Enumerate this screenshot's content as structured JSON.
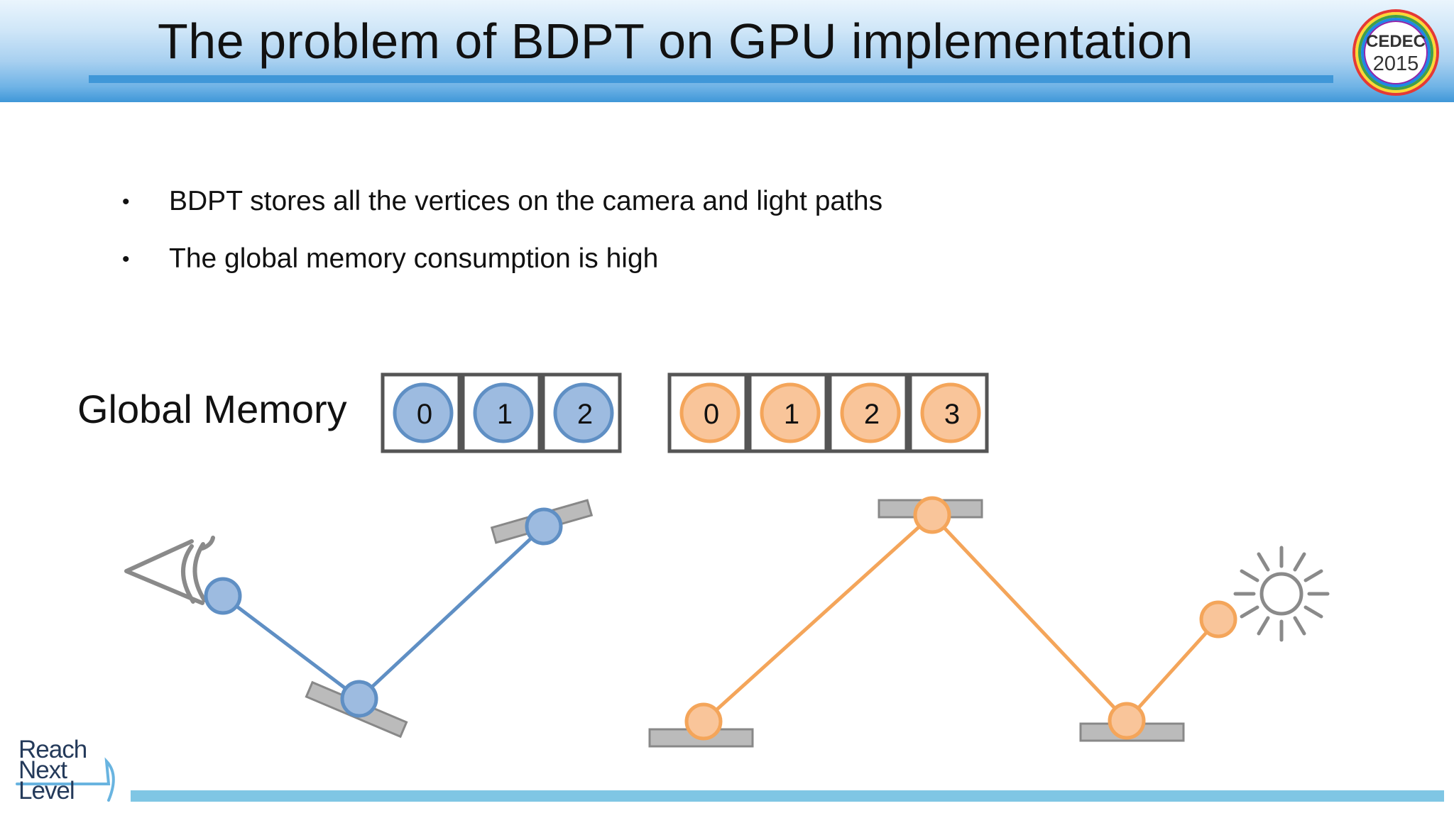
{
  "header": {
    "title": "The problem of BDPT on GPU implementation",
    "logo_top": "CEDEC",
    "logo_year": "2015"
  },
  "bullets": [
    "BDPT stores all the vertices on the camera and light paths",
    "The global memory consumption is high"
  ],
  "memory": {
    "label": "Global Memory",
    "camera_slots": [
      "0",
      "1",
      "2"
    ],
    "light_slots": [
      "0",
      "1",
      "2",
      "3"
    ]
  },
  "footer": {
    "logo_lines": [
      "Reach",
      "Next",
      "Level"
    ]
  },
  "colors": {
    "camera_path": "#5f8fc4",
    "camera_vertex_fill": "#9dbbe0",
    "light_path": "#f4a55a",
    "light_vertex_fill": "#f9c59a",
    "surface": "#bbbbbb",
    "header_blue": "#3f97d8",
    "footer_bar": "#7fc6e4"
  }
}
